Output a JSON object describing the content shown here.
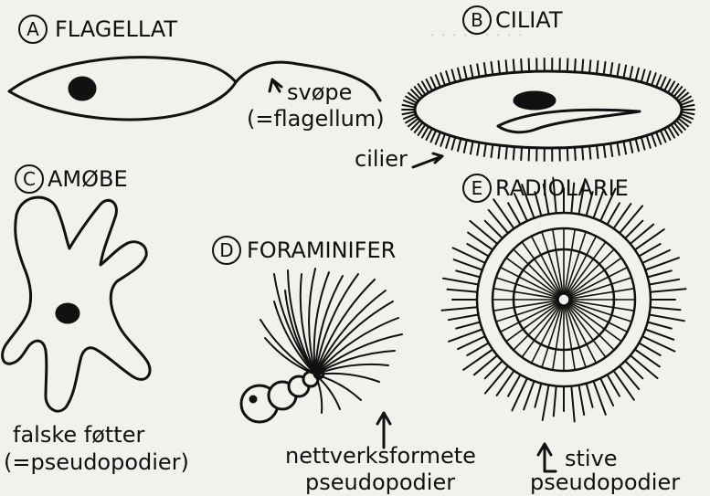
{
  "panels": {
    "a": {
      "letter": "A",
      "title": "FLAGELLAT",
      "label_1": "svøpe",
      "label_2": "(=flagellum)"
    },
    "b": {
      "letter": "B",
      "title": "CILIAT",
      "label": "cilier"
    },
    "c": {
      "letter": "C",
      "title": "AMØBE",
      "label_1": "falske føtter",
      "label_2": "(=pseudopodier)"
    },
    "d": {
      "letter": "D",
      "title": "FORAMINIFER",
      "label_1": "nettverksformete",
      "label_2": "pseudopodier"
    },
    "e": {
      "letter": "E",
      "title": "RADIOLARIE",
      "label_1": "stive",
      "label_2": "pseudopodier"
    }
  },
  "colors": {
    "ink": "#111111",
    "paper": "#f3f1ec"
  }
}
